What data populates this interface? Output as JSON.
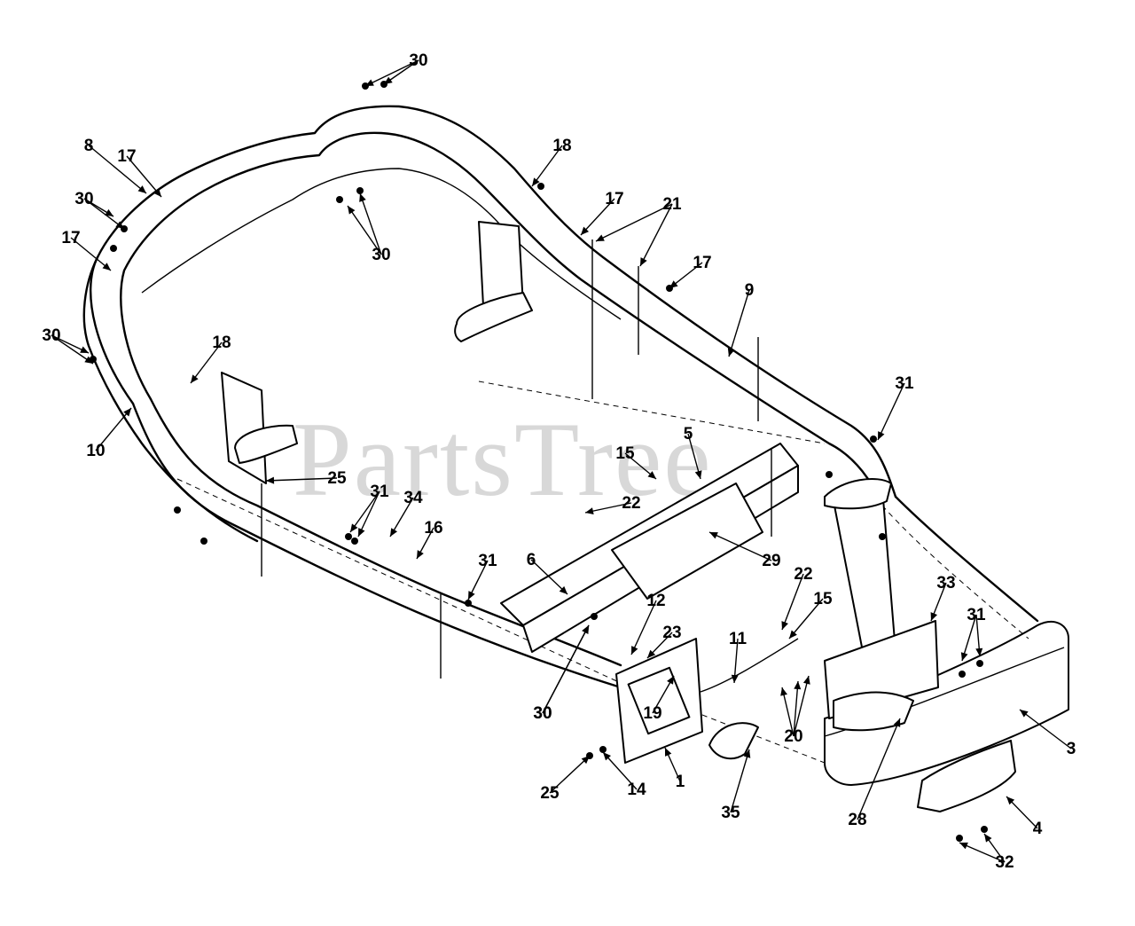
{
  "watermark": "PartsTree",
  "callouts": [
    {
      "label": "30"
    },
    {
      "label": "8"
    },
    {
      "label": "17"
    },
    {
      "label": "18"
    },
    {
      "label": "17"
    },
    {
      "label": "21"
    },
    {
      "label": "30"
    },
    {
      "label": "30"
    },
    {
      "label": "17"
    },
    {
      "label": "17"
    },
    {
      "label": "9"
    },
    {
      "label": "30"
    },
    {
      "label": "18"
    },
    {
      "label": "31"
    },
    {
      "label": "10"
    },
    {
      "label": "5"
    },
    {
      "label": "15"
    },
    {
      "label": "25"
    },
    {
      "label": "22"
    },
    {
      "label": "31"
    },
    {
      "label": "34"
    },
    {
      "label": "16"
    },
    {
      "label": "29"
    },
    {
      "label": "6"
    },
    {
      "label": "31"
    },
    {
      "label": "30"
    },
    {
      "label": "22"
    },
    {
      "label": "15"
    },
    {
      "label": "33"
    },
    {
      "label": "12"
    },
    {
      "label": "31"
    },
    {
      "label": "23"
    },
    {
      "label": "11"
    },
    {
      "label": "30"
    },
    {
      "label": "19"
    },
    {
      "label": "20"
    },
    {
      "label": "3"
    },
    {
      "label": "25"
    },
    {
      "label": "14"
    },
    {
      "label": "1"
    },
    {
      "label": "35"
    },
    {
      "label": "28"
    },
    {
      "label": "4"
    },
    {
      "label": "32"
    }
  ]
}
